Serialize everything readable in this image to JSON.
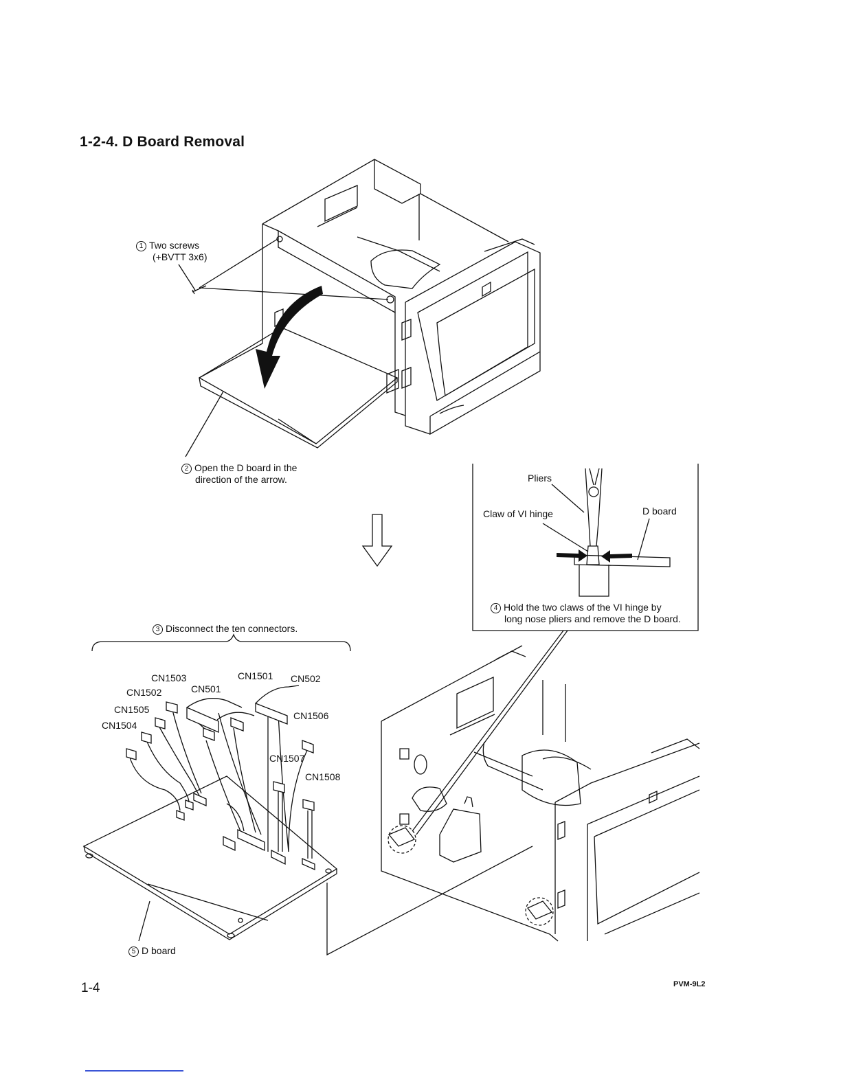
{
  "heading": "1-2-4.  D Board Removal",
  "steps": {
    "s1": {
      "num": "1",
      "line1": "Two screws",
      "line2": "(+BVTT 3x6)"
    },
    "s2": {
      "num": "2",
      "line1": "Open the D board in the",
      "line2": "direction of the arrow."
    },
    "s3": {
      "num": "3",
      "line1": "Disconnect the ten connectors."
    },
    "s4": {
      "num": "4",
      "line1": "Hold the two claws of the VI hinge by",
      "line2": "long nose pliers and remove the D board."
    },
    "s5": {
      "num": "5",
      "line1": "D board"
    }
  },
  "detail_labels": {
    "pliers": "Pliers",
    "claw": "Claw of VI hinge",
    "dboard": "D board"
  },
  "connectors": [
    "CN1503",
    "CN1501",
    "CN502",
    "CN1502",
    "CN501",
    "CN1505",
    "CN1506",
    "CN1504",
    "CN1507",
    "CN1508"
  ],
  "footer": {
    "page": "1-4",
    "model": "PVM-9L2"
  }
}
